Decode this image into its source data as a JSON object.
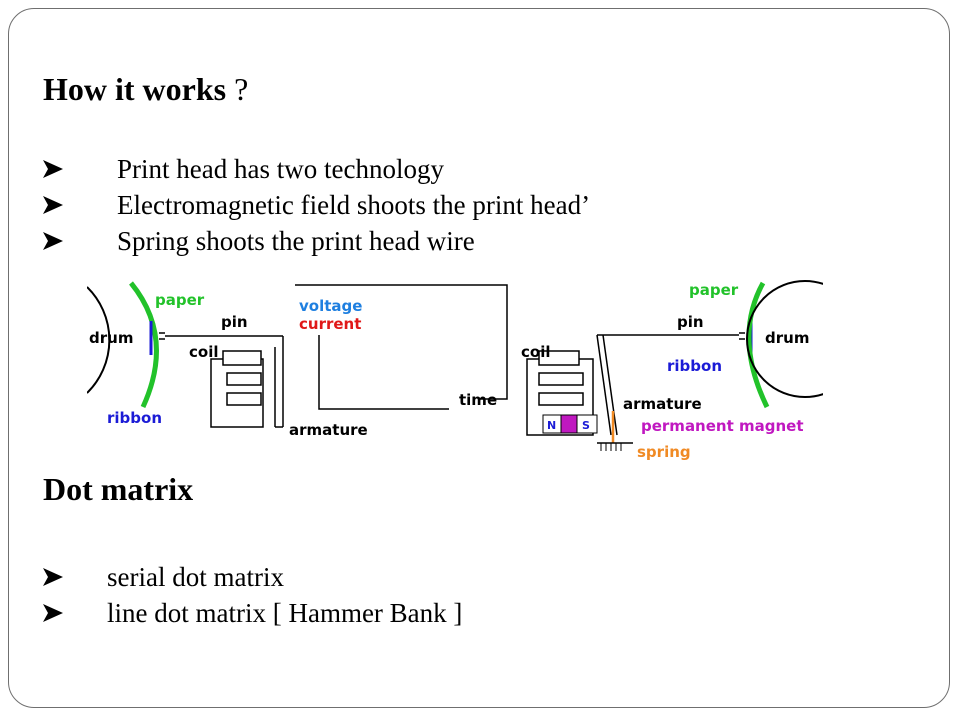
{
  "heading1": {
    "main": "How it  works",
    "suffix": " ?"
  },
  "bullets1": [
    "Print head has two technology",
    "Electromagnetic  field shoots the print head’",
    "Spring shoots the print head wire"
  ],
  "diagram_left": {
    "drum": "drum",
    "paper": "paper",
    "pin": "pin",
    "coil": "coil",
    "ribbon": "ribbon",
    "armature": "armature"
  },
  "diagram_graph": {
    "voltage": "voltage",
    "current": "current",
    "time": "time"
  },
  "diagram_right": {
    "paper": "paper",
    "pin": "pin",
    "drum": "drum",
    "ribbon": "ribbon",
    "coil": "coil",
    "armature": "armature",
    "permanent_magnet": "permanent magnet",
    "spring": "spring",
    "magnet_n": "N",
    "magnet_s": "S"
  },
  "heading2": "Dot matrix",
  "bullets2": [
    "serial dot matrix",
    "line dot matrix   [ Hammer Bank ]"
  ],
  "colors": {
    "arrow": "#000000",
    "paper": "#22c22a",
    "ribbon": "#1b1bd6",
    "voltage": "#1e7fe0",
    "current": "#e01818",
    "magnet": "#c018c0",
    "spring": "#f08a24"
  }
}
